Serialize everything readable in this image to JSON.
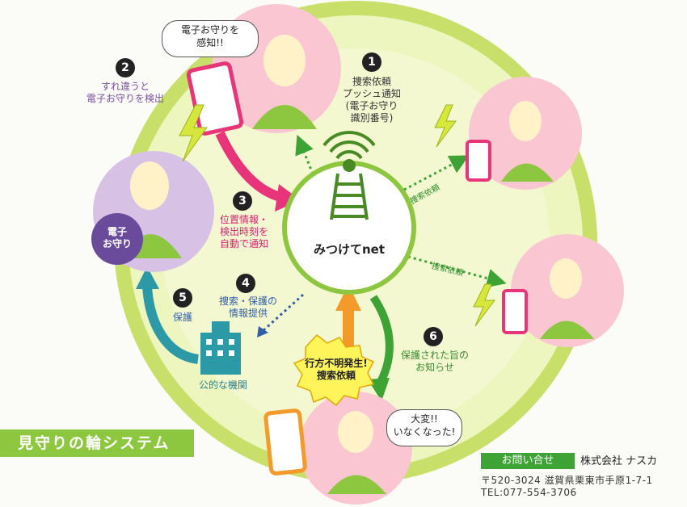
{
  "title": "見守りの輪システム",
  "center": {
    "label": "みつけてnet"
  },
  "steps": [
    {
      "num": "1",
      "text": [
        "捜索依頼",
        "プッシュ通知",
        "(電子お守り",
        "識別番号)"
      ]
    },
    {
      "num": "2",
      "text": [
        "すれ違うと",
        "電子お守りを検出"
      ]
    },
    {
      "num": "3",
      "text": [
        "位置情報・",
        "検出時刻を",
        "自動で通知"
      ]
    },
    {
      "num": "4",
      "text": [
        "捜索・保護の",
        "情報提供"
      ]
    },
    {
      "num": "5",
      "text": [
        "保護"
      ]
    },
    {
      "num": "6",
      "text": [
        "保護された旨の",
        "お知らせ"
      ]
    }
  ],
  "bubbles": {
    "detect": [
      "電子お守りを",
      "感知!!"
    ],
    "trouble": [
      "大変!!",
      "いなくなった!"
    ]
  },
  "alert_badge": [
    "行方不明発生!",
    "捜索依頼"
  ],
  "omamori": [
    "電子",
    "お守り"
  ],
  "facility": "公的な機関",
  "search_request_1": "捜索依頼",
  "search_request_2": "捜索依頼",
  "contact": {
    "label": "お問い合せ",
    "company": "株式会社 ナスカ",
    "address": "〒520-3024 滋賀県栗東市手原1-7-1",
    "tel": "TEL:077-554-3706"
  },
  "colors": {
    "ring": "#c8e06a",
    "fill": "#eef6c0",
    "center": "#8dc63f",
    "pink_arrow": "#e8357a",
    "teal_arrow": "#2b9aa6",
    "orange_arrow": "#f39a2b",
    "green_arrow": "#3ea335"
  }
}
